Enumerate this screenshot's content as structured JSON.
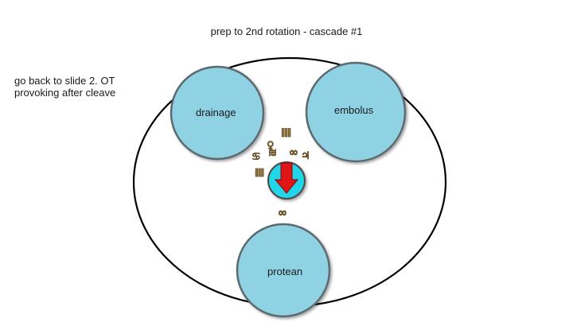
{
  "title": "prep to 2nd rotation - cascade #1",
  "note": "go back to slide 2. OT provoking after cleave",
  "circles": {
    "left": "drainage",
    "right": "embolus",
    "bottom": "protean"
  },
  "colors": {
    "circle_fill": "#8fd2e4",
    "circle_stroke": "#5b6b70",
    "center_fill": "#22d6ea",
    "arrow": "#e01515",
    "glyph": "#9a7a42"
  },
  "icons": [
    "symbol-cluster-icon",
    "center-arrow-icon"
  ]
}
